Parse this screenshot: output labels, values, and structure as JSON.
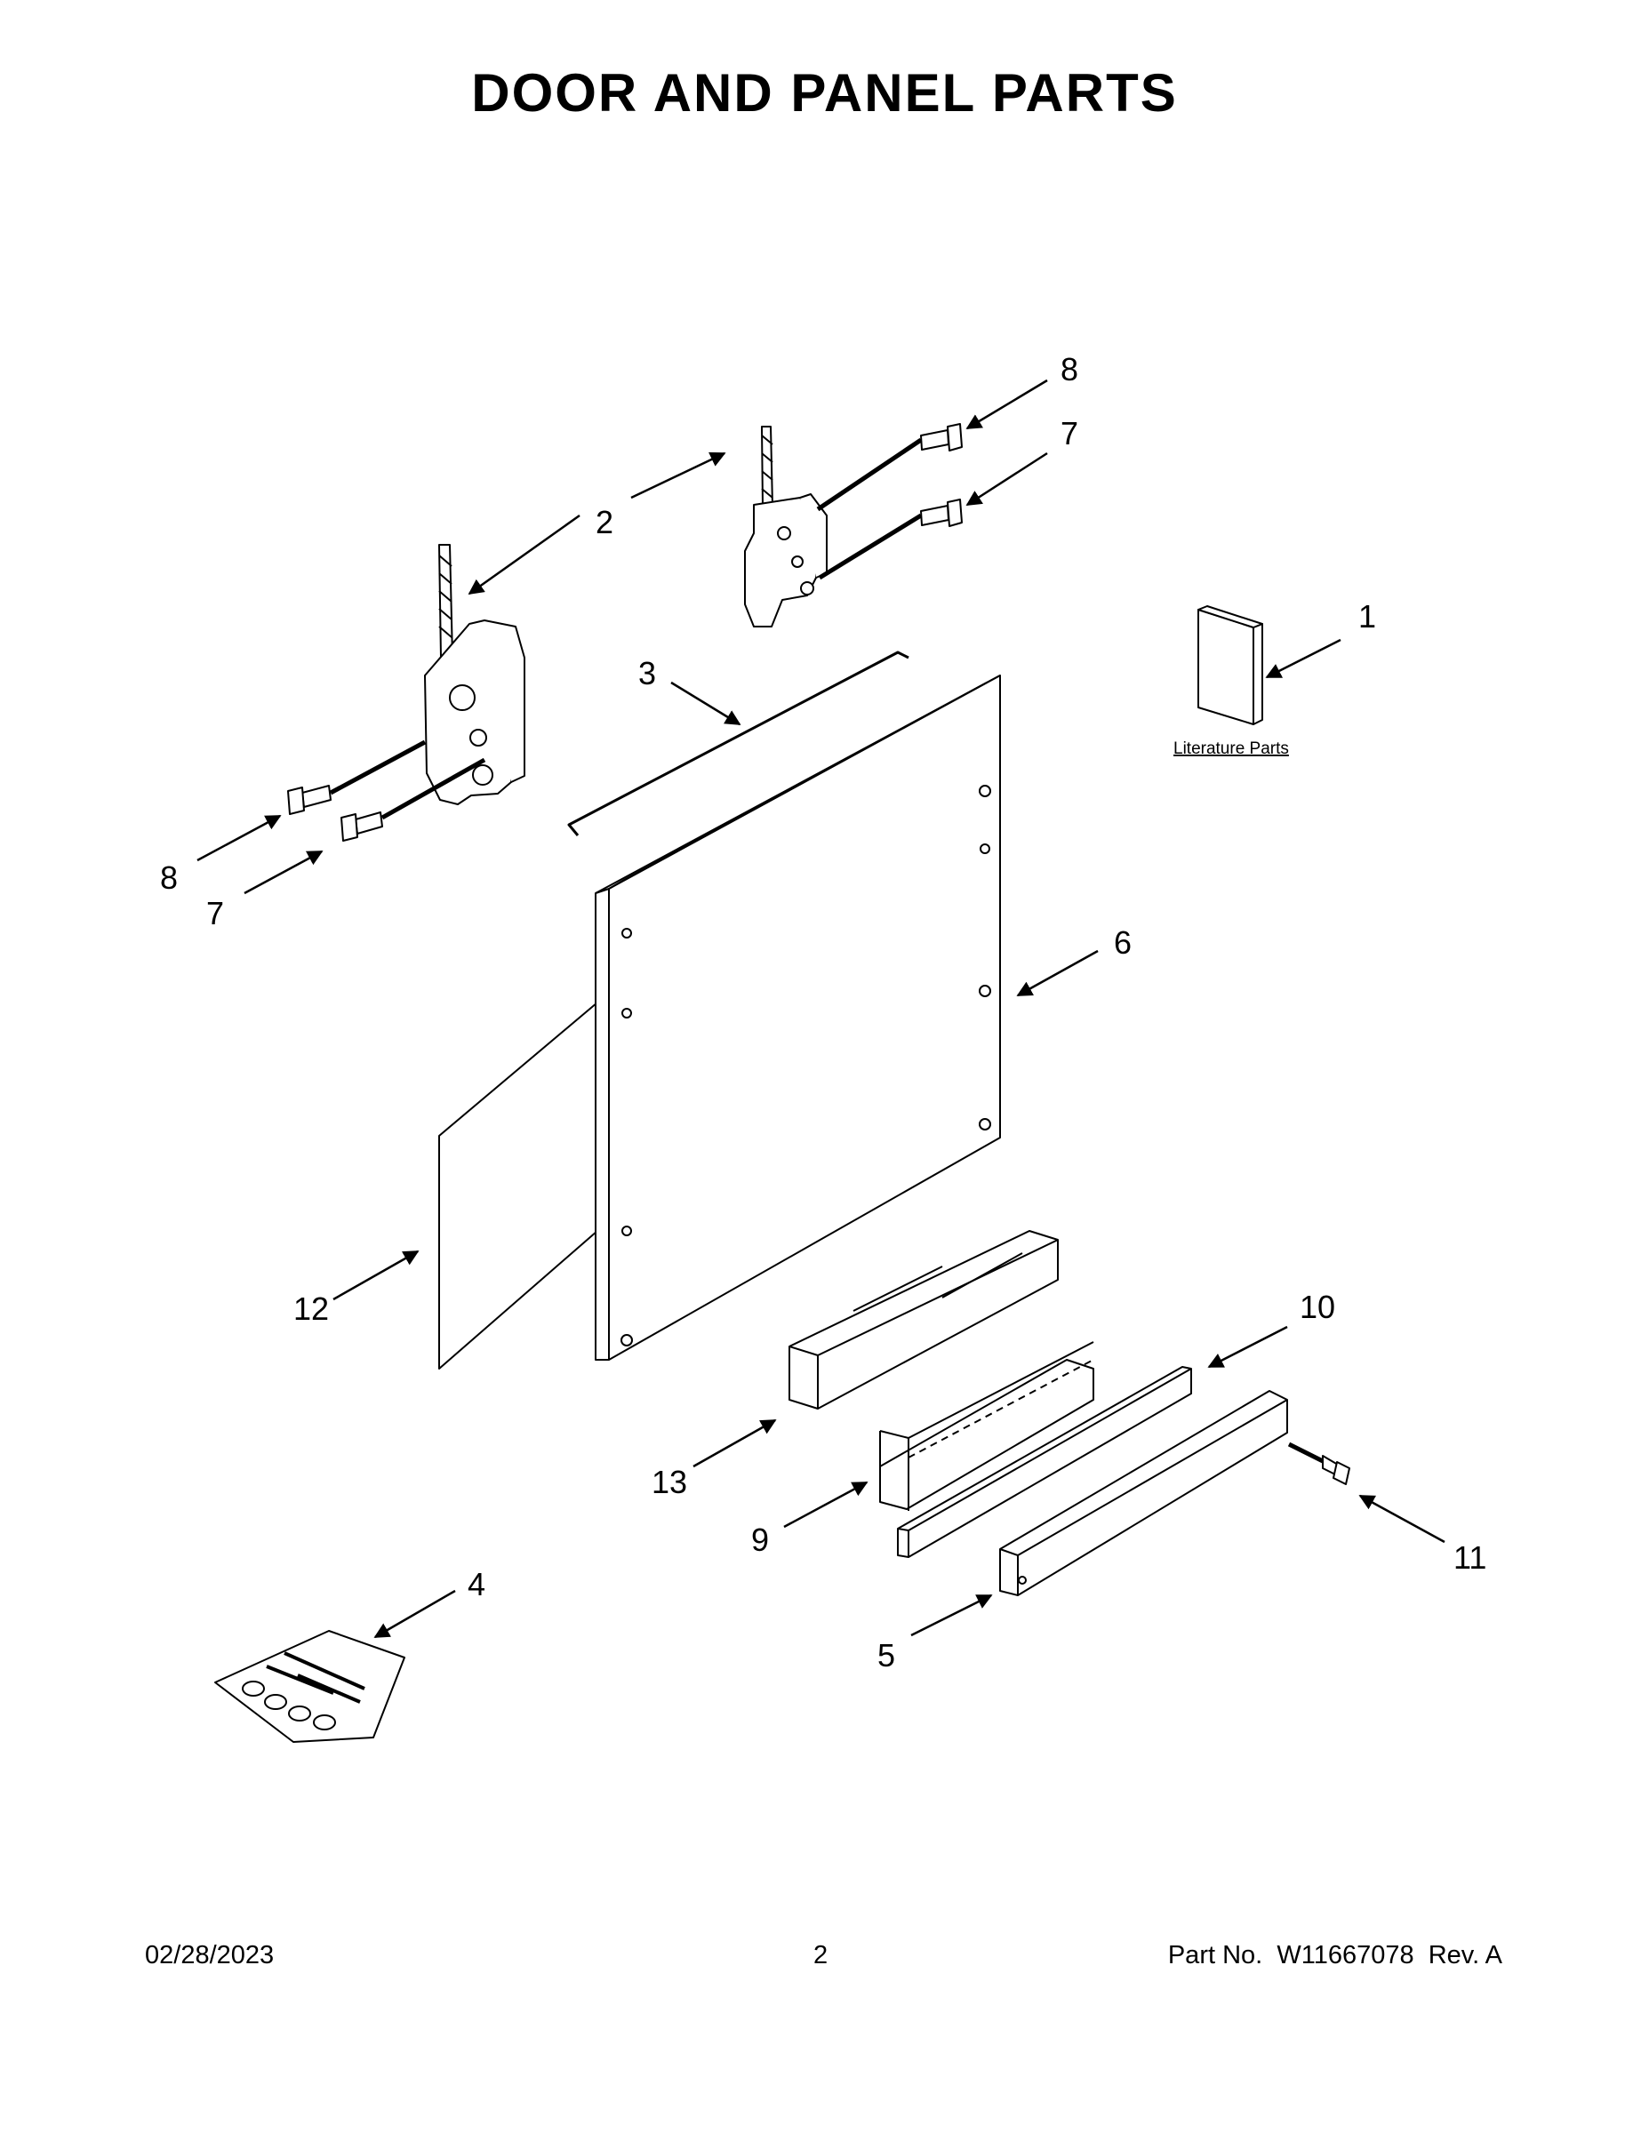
{
  "title": "DOOR AND PANEL PARTS",
  "callouts": [
    {
      "id": "c1",
      "label": "1"
    },
    {
      "id": "c2",
      "label": "2"
    },
    {
      "id": "c3",
      "label": "3"
    },
    {
      "id": "c4",
      "label": "4"
    },
    {
      "id": "c5",
      "label": "5"
    },
    {
      "id": "c6",
      "label": "6"
    },
    {
      "id": "c7a",
      "label": "7"
    },
    {
      "id": "c7b",
      "label": "7"
    },
    {
      "id": "c8a",
      "label": "8"
    },
    {
      "id": "c8b",
      "label": "8"
    },
    {
      "id": "c9",
      "label": "9"
    },
    {
      "id": "c10",
      "label": "10"
    },
    {
      "id": "c11",
      "label": "11"
    },
    {
      "id": "c12",
      "label": "12"
    },
    {
      "id": "c13",
      "label": "13"
    }
  ],
  "literature_label": "Literature Parts",
  "footer": {
    "date": "02/28/2023",
    "page": "2",
    "part_prefix": "Part No.",
    "part_number": "W11667078",
    "revision": "Rev. A"
  },
  "colors": {
    "line": "#000000",
    "background": "#ffffff",
    "part_fill": "#ffffff"
  }
}
